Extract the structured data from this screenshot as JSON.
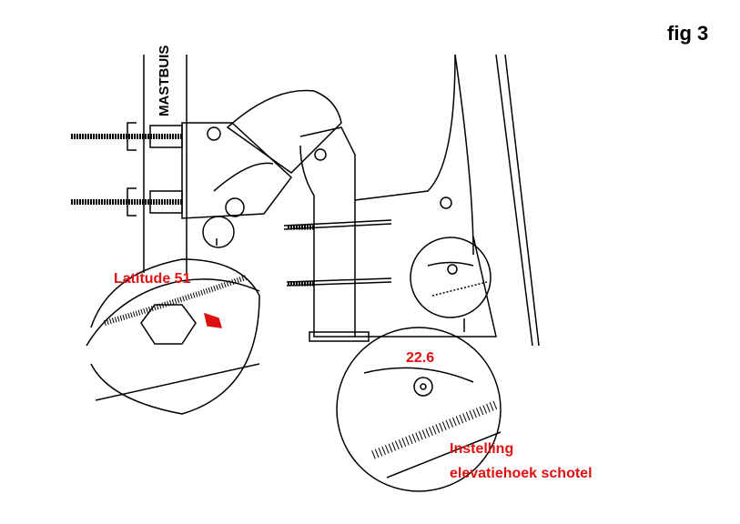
{
  "figure_label": "fig 3",
  "mast_label": "MASTBUIS",
  "latitude_label": "Latitude 51",
  "elevation_value": "22.6",
  "caption_line1": "Instelling",
  "caption_line2": "elevatiehoek schotel",
  "colors": {
    "annotation": "#e01010",
    "line": "#000000"
  }
}
